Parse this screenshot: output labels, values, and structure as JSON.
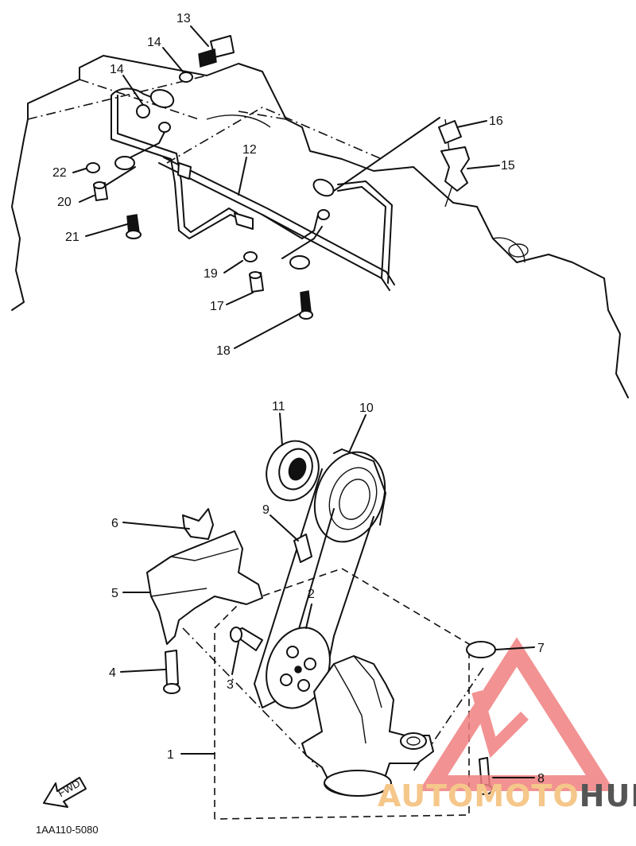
{
  "callouts": [
    {
      "id": "c1",
      "text": "1"
    },
    {
      "id": "c2",
      "text": "2"
    },
    {
      "id": "c3",
      "text": "3"
    },
    {
      "id": "c4",
      "text": "4"
    },
    {
      "id": "c5",
      "text": "5"
    },
    {
      "id": "c6",
      "text": "6"
    },
    {
      "id": "c7",
      "text": "7"
    },
    {
      "id": "c8",
      "text": "8"
    },
    {
      "id": "c9",
      "text": "9"
    },
    {
      "id": "c10",
      "text": "10"
    },
    {
      "id": "c11",
      "text": "11"
    },
    {
      "id": "c12",
      "text": "12"
    },
    {
      "id": "c13",
      "text": "13"
    },
    {
      "id": "c14a",
      "text": "14"
    },
    {
      "id": "c14b",
      "text": "14"
    },
    {
      "id": "c15",
      "text": "15"
    },
    {
      "id": "c16",
      "text": "16"
    },
    {
      "id": "c17",
      "text": "17"
    },
    {
      "id": "c18",
      "text": "18"
    },
    {
      "id": "c19",
      "text": "19"
    },
    {
      "id": "c20",
      "text": "20"
    },
    {
      "id": "c21",
      "text": "21"
    },
    {
      "id": "c22",
      "text": "22"
    }
  ],
  "diagram_code": "1AA110-5080",
  "fwd_arrow_label": "FWD",
  "watermark": {
    "part1": "AUTOMOTO",
    "part2": "HUB",
    "color_primary": "#f08080",
    "color_secondary": "#f5c78a",
    "color_hub": "#555555"
  },
  "colors": {
    "line": "#111111",
    "background": "#ffffff"
  }
}
